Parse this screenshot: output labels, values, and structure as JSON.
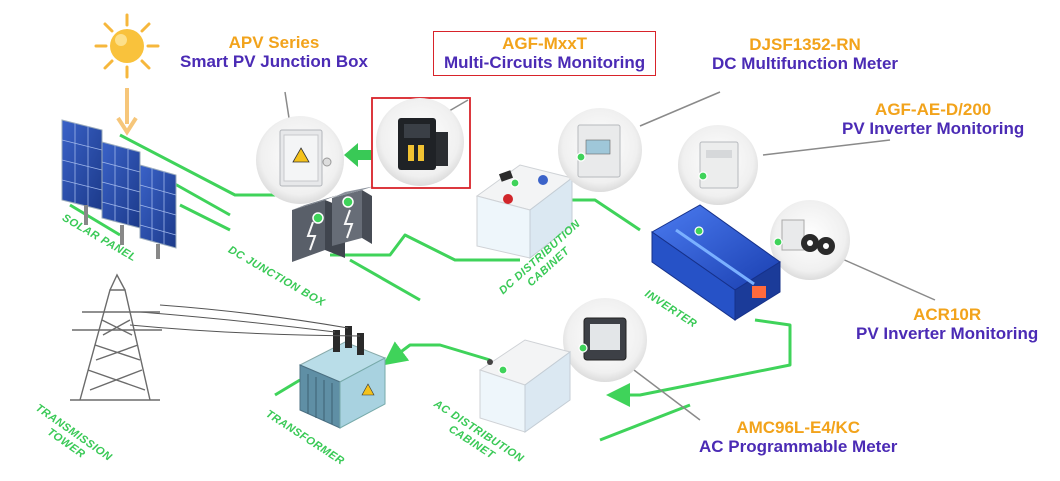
{
  "callouts": {
    "apv": {
      "model": "APV Series",
      "desc": "Smart PV Junction Box"
    },
    "agf_mxxt": {
      "model": "AGF-MxxT",
      "desc": "Multi-Circuits Monitoring"
    },
    "djsf": {
      "model": "DJSF1352-RN",
      "desc": "DC Multifunction Meter"
    },
    "agf_ae": {
      "model": "AGF-AE-D/200",
      "desc": "PV Inverter Monitoring"
    },
    "acr10r": {
      "model": "ACR10R",
      "desc": "PV Inverter Monitoring"
    },
    "amc96l": {
      "model": "AMC96L-E4/KC",
      "desc": "AC Programmable Meter"
    }
  },
  "equipment_labels": {
    "solar_panel": "SOLAR PANEL",
    "dc_junction_box": "DC JUNCTION BOX",
    "dc_cabinet_line1": "DC DISTRIBUTION",
    "dc_cabinet_line2": "CABINET",
    "inverter": "INVERTER",
    "ac_cabinet_line1": "AC DISTRIBUTION",
    "ac_cabinet_line2": "CABINET",
    "transformer": "TRANSFORMER",
    "tower_line1": "TRANSMISSION",
    "tower_line2": "TOWER"
  },
  "colors": {
    "flow_line": "#3fd35a",
    "model_text": "#f2a31b",
    "desc_text": "#4b2bb5",
    "highlight_box": "#d8232a",
    "inverter": "#1f4fc9"
  }
}
